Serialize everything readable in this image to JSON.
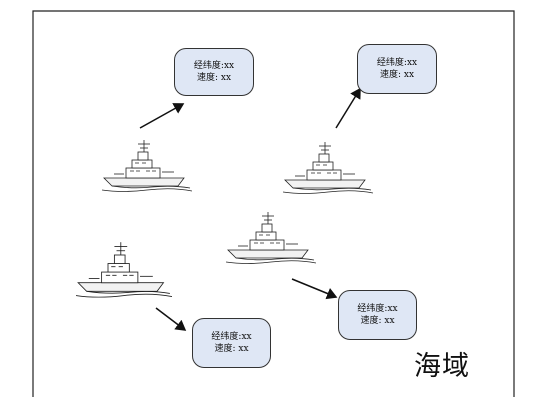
{
  "diagram": {
    "region_label": "海域",
    "info_boxes": [
      {
        "latlon": "经纬度:xx",
        "speed": "速度: xx"
      },
      {
        "latlon": "经纬度:xx",
        "speed": "速度: xx"
      },
      {
        "latlon": "经纬度:xx",
        "speed": "速度: xx"
      },
      {
        "latlon": "经纬度:xx",
        "speed": "速度: xx"
      }
    ],
    "colors": {
      "box_fill": "#dfe7f5",
      "stroke": "#222222"
    },
    "icons": [
      "ship-icon",
      "arrow-icon"
    ]
  }
}
